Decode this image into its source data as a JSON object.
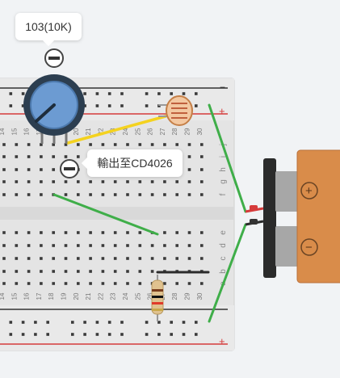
{
  "breadboard": {
    "column_numbers_visible": [
      "14",
      "15",
      "16",
      "17",
      "18",
      "19",
      "20",
      "21",
      "22",
      "23",
      "24",
      "25",
      "26",
      "27",
      "28",
      "29",
      "30"
    ],
    "row_letters_top": [
      "j",
      "i",
      "h",
      "g",
      "f"
    ],
    "row_letters_bottom": [
      "e",
      "d",
      "c",
      "b",
      "a"
    ],
    "rail_minus": "−",
    "rail_plus": "+"
  },
  "annotations": {
    "potentiometer": "103(10K)",
    "output": "輸出至CD4026"
  },
  "battery": {
    "plus_label": "+",
    "minus_label": "−"
  },
  "colors": {
    "breadboard": "#e3e3e3",
    "rail_red": "#d63b3b",
    "rail_dark": "#333333",
    "wire_green": "#3fae49",
    "wire_yellow": "#f4d21f",
    "wire_black": "#2b2b2b",
    "knob_blue": "#6c9bd2",
    "knob_ring": "#2c3e50",
    "battery_body": "#d98c4a",
    "battery_terminal": "#2b2b2b"
  },
  "components": [
    "potentiometer",
    "photoresistor",
    "resistor",
    "battery"
  ]
}
